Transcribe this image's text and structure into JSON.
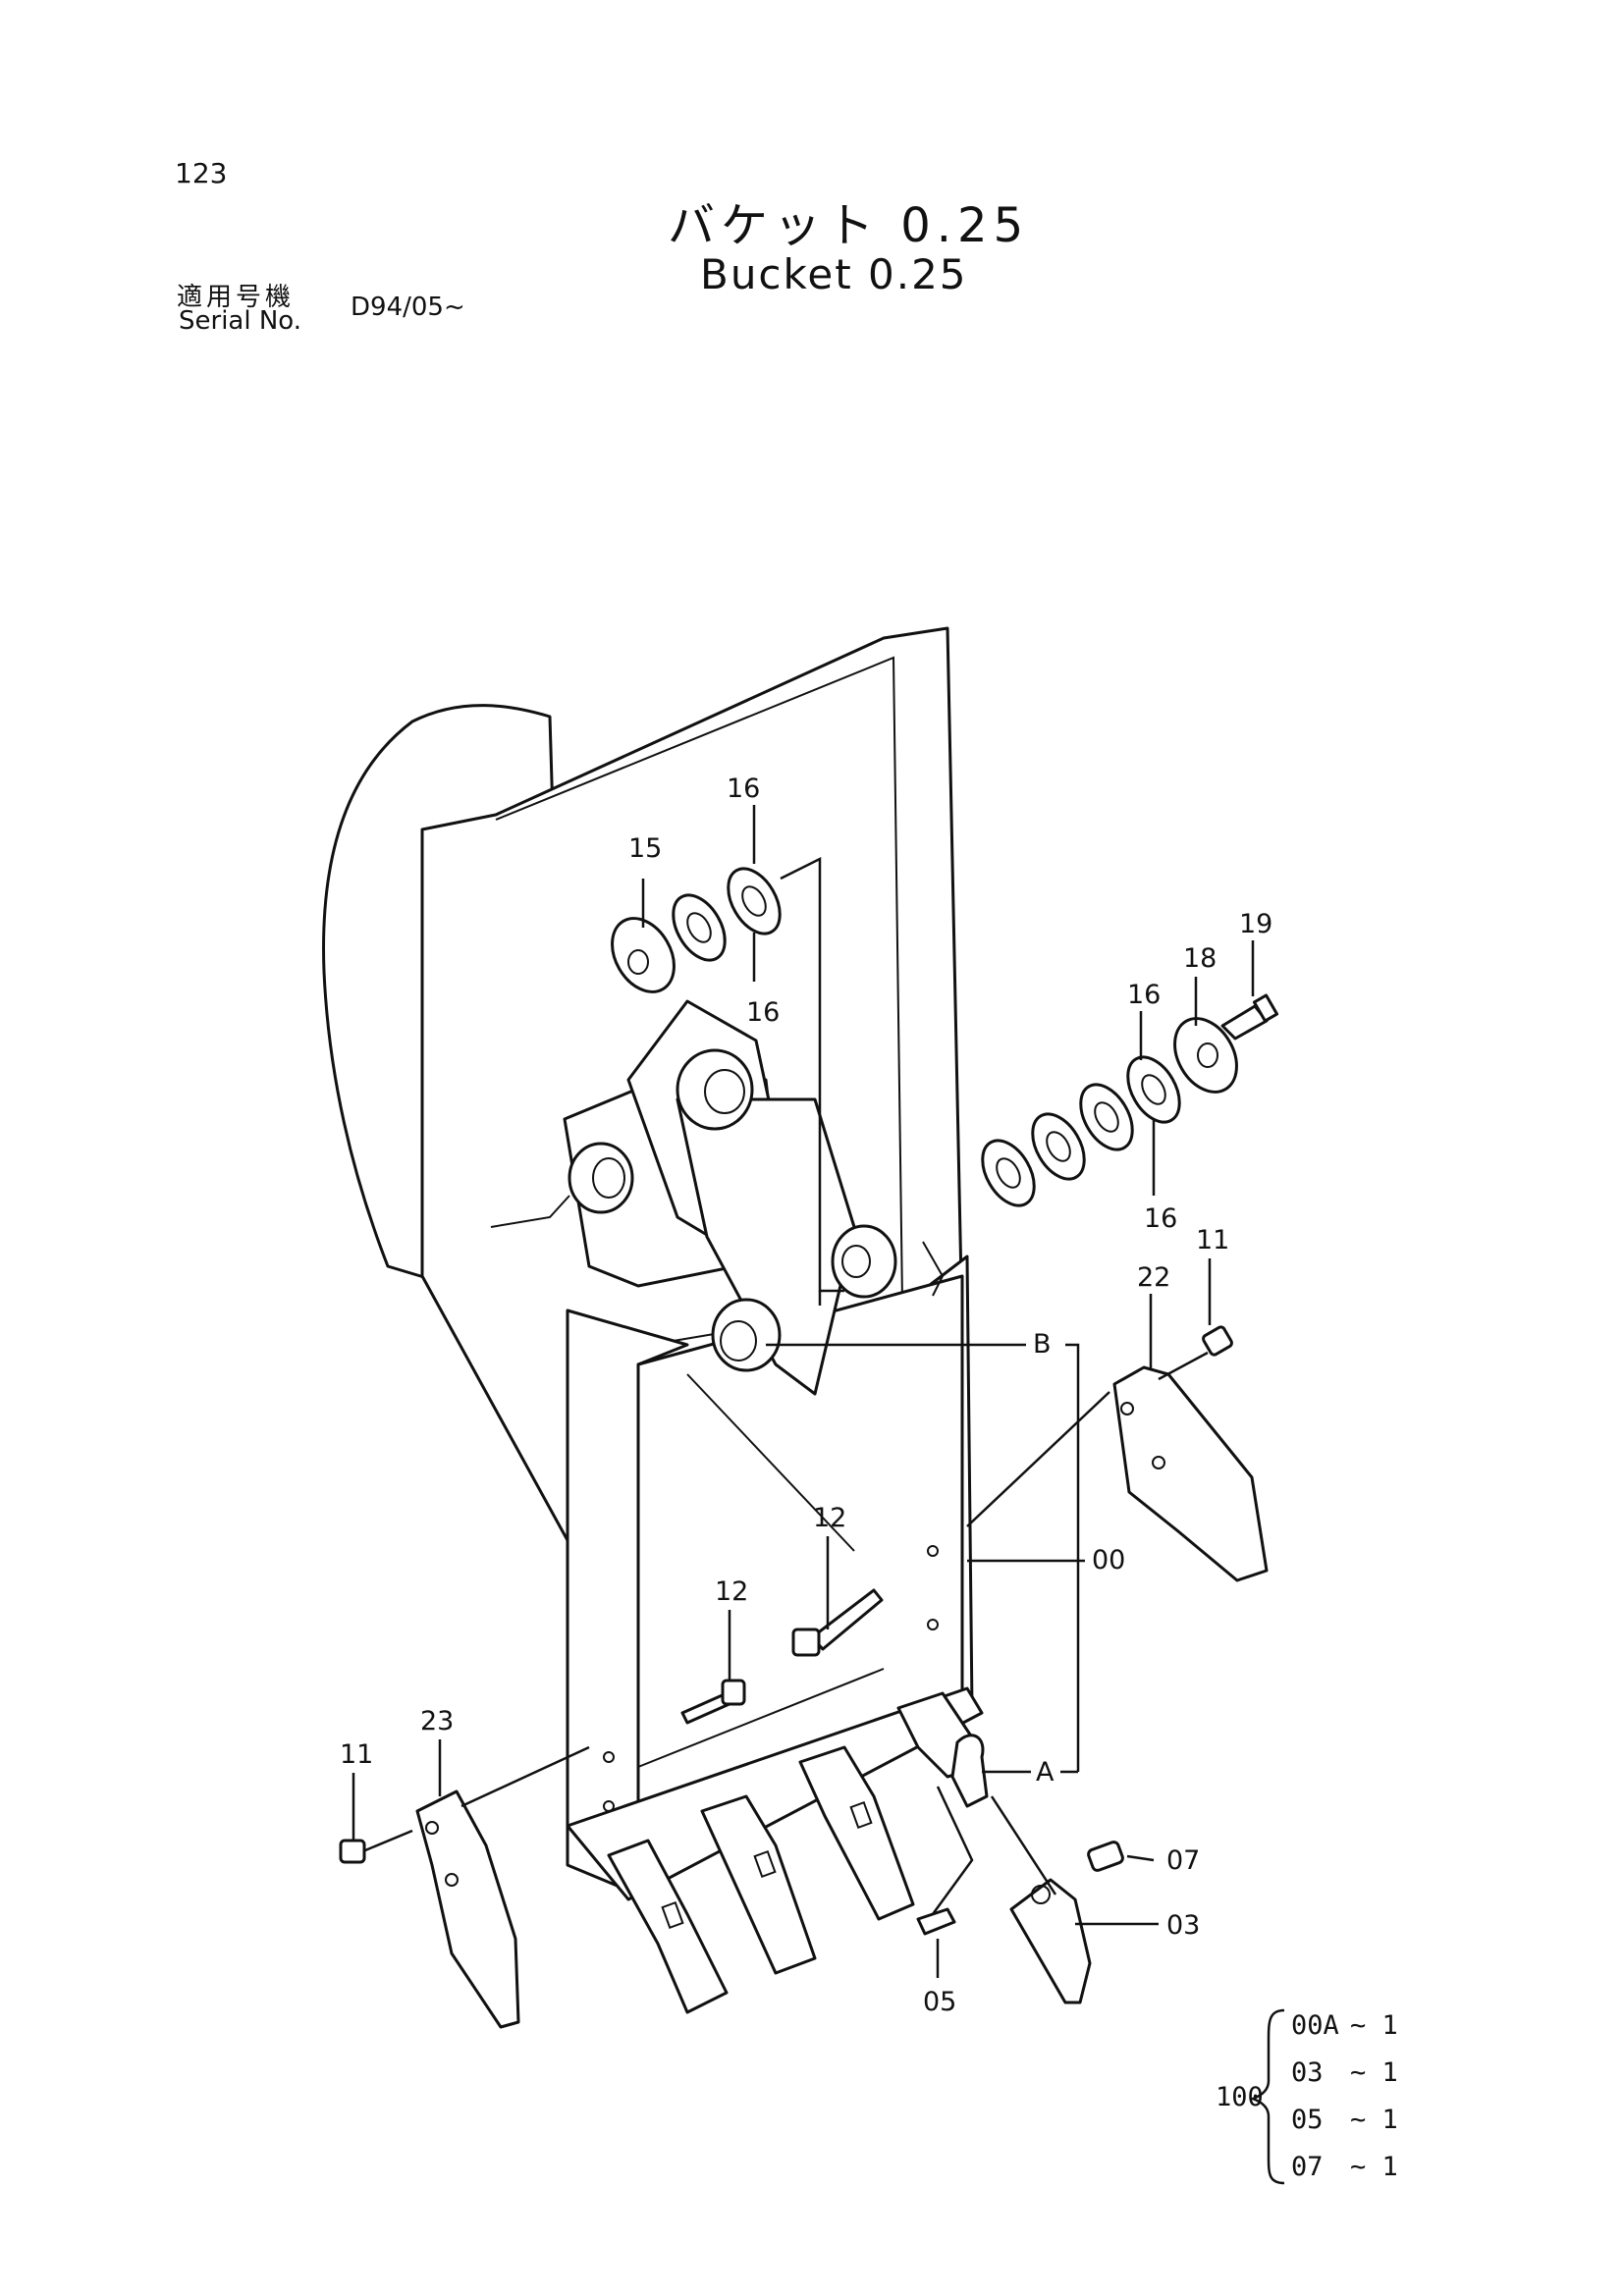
{
  "header": {
    "page_number": "123",
    "title_jp": "バケット 0.25",
    "title_en": "Bucket 0.25",
    "serial_label_jp": "適用号機",
    "serial_label_en": "Serial No.",
    "serial_value": "D94/05~"
  },
  "callouts": {
    "c16a": "16",
    "c15": "15",
    "c16b": "16",
    "c19": "19",
    "c18": "18",
    "c16c": "16",
    "c16d": "16",
    "c11a": "11",
    "c22": "22",
    "cB": "B",
    "c12a": "12",
    "c00": "00",
    "c12b": "12",
    "c23": "23",
    "c11b": "11",
    "cA": "A",
    "c07": "07",
    "c03": "03",
    "c05": "05"
  },
  "kit": {
    "number": "100",
    "items": [
      {
        "code": "00A",
        "qty": "~ 1"
      },
      {
        "code": "03",
        "qty": "~ 1"
      },
      {
        "code": "05",
        "qty": "~ 1"
      },
      {
        "code": "07",
        "qty": "~ 1"
      }
    ]
  }
}
